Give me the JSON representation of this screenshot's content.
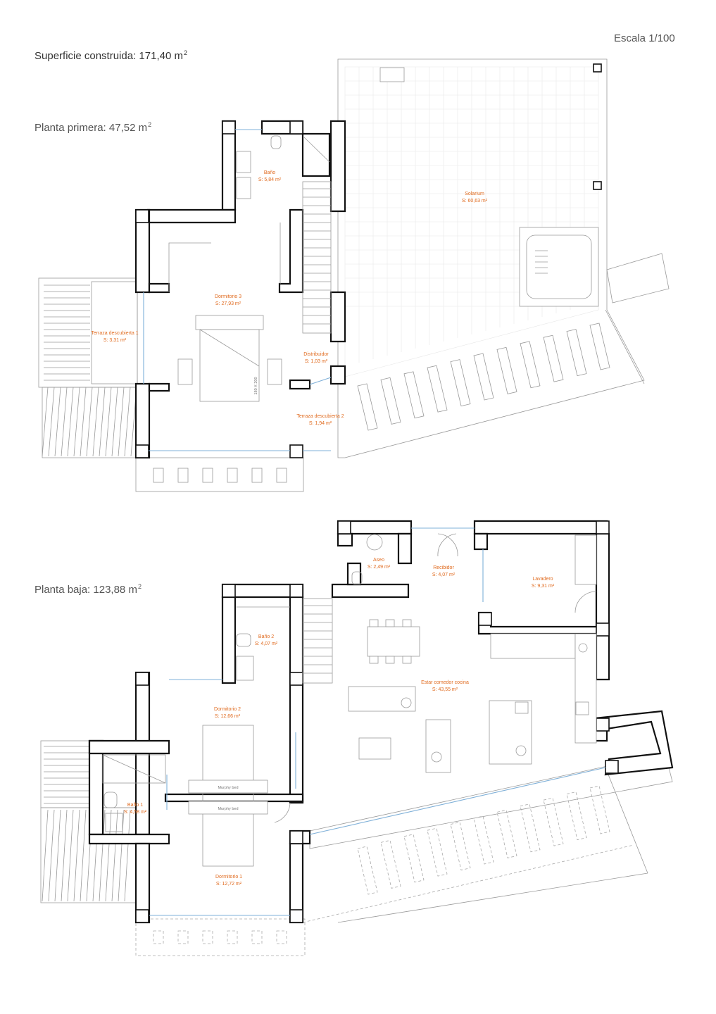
{
  "header": {
    "scale": "Escala 1/100",
    "built_area": "Superficie construida: 171,40 m",
    "built_area_sup": "2"
  },
  "upper_floor": {
    "title": "Planta primera: 47,52 m",
    "title_sup": "2",
    "rooms": [
      {
        "name": "Baño",
        "area": "S: 5,84 m²"
      },
      {
        "name": "Solarium",
        "area": "S: 60,63 m²"
      },
      {
        "name": "Dormitorio 3",
        "area": "S: 27,93 m²"
      },
      {
        "name": "Terraza descubierta 1",
        "area": "S: 3,31 m²"
      },
      {
        "name": "Distribuidor",
        "area": "S: 1,03 m²"
      },
      {
        "name": "Terraza descubierta 2",
        "area": "S: 1,94 m²"
      }
    ],
    "bed_label": "180 X 200"
  },
  "ground_floor": {
    "title": "Planta baja: 123,88 m",
    "title_sup": "2",
    "rooms": [
      {
        "name": "Aseo",
        "area": "S: 2,49 m²"
      },
      {
        "name": "Recibidor",
        "area": "S: 4,07 m²"
      },
      {
        "name": "Lavadero",
        "area": "S: 9,31 m²"
      },
      {
        "name": "Baño 2",
        "area": "S: 4,07 m²"
      },
      {
        "name": "Estar comedor cocina",
        "area": "S: 43,55 m²"
      },
      {
        "name": "Dormitorio 2",
        "area": "S: 12,66 m²"
      },
      {
        "name": "Baño 1",
        "area": "S: 4,58 m²"
      },
      {
        "name": "Dormitorio 1",
        "area": "S: 12,72 m²"
      }
    ],
    "murphy_bed_label": "Murphy bed"
  },
  "colors": {
    "room_label": "#e06a1e",
    "wall": "#111111",
    "glazing": "#7fb0d8"
  }
}
